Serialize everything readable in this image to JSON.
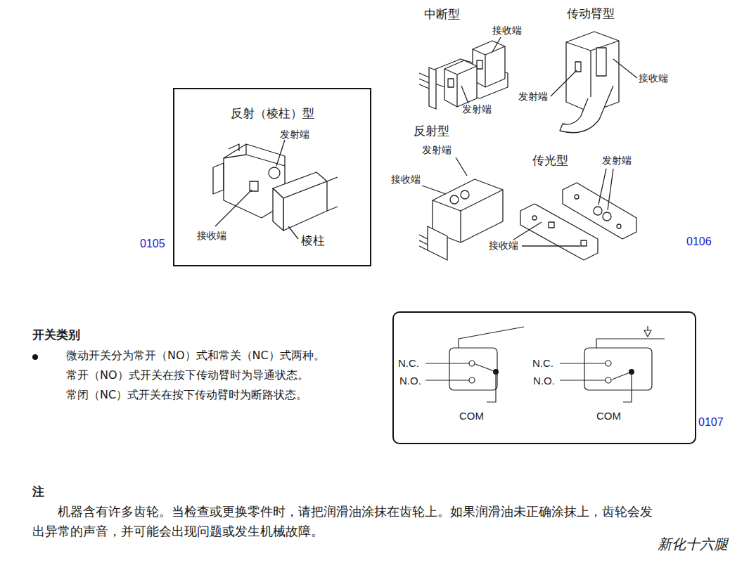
{
  "diagram": {
    "nodes": [
      {
        "text": [
          "反射（棱柱）型",
          "发射端",
          "接收端",
          "棱柱"
        ]
      },
      {
        "text": [
          "N.C.",
          "N.O.",
          "COM",
          "N.C.",
          "N.O.",
          "COM"
        ]
      }
    ],
    "labels": [
      "中断型",
      "接收端",
      "发射端",
      "传动臂型",
      "发射端",
      "接收端",
      "反射型",
      "发射端",
      "接收端",
      "传光型",
      "发射端",
      "接收端",
      "0105",
      "0106",
      "开关类别",
      "微动开关分为常开（NO）式和常关（NC）式两种。",
      "常开（NO）式开关在按下传动臂时为导通状态。",
      "常闭（NC）式开关在按下传动臂时为断路状态。",
      "0107",
      "注",
      "机器含有许多齿轮。当检查或更换零件时，请把润滑油涂抹在齿轮上。如果润滑油未正确涂抹上，齿轮会发出异常的声音，并可能会出现问题或发生机械故障。",
      "新化十六腿"
    ]
  }
}
